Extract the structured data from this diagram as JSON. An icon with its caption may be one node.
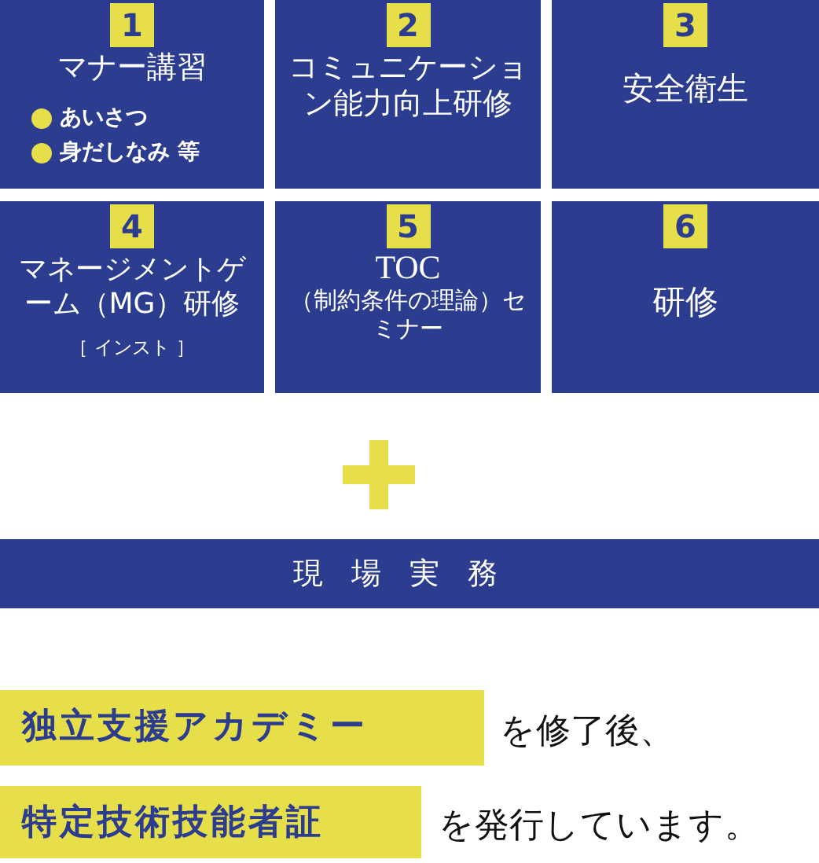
{
  "diagram": {
    "nodes": [
      {
        "text": [
          "1",
          "マナー講習",
          "あいさつ",
          "身だしなみ 等"
        ]
      },
      {
        "text": [
          "2",
          "コミュニケーション能力向上研修"
        ]
      },
      {
        "text": [
          "3",
          "安全衛生"
        ]
      },
      {
        "text": [
          "4",
          "マネージメントゲーム（MG）研修",
          "［ インスト ］"
        ]
      },
      {
        "text": [
          "5",
          "TOC",
          "（制約条件の理論）セミナー"
        ]
      },
      {
        "text": [
          "6",
          "研修"
        ]
      },
      {
        "text": [
          "現場実務"
        ]
      },
      {
        "text": [
          "独立支援アカデミー"
        ]
      },
      {
        "text": [
          "特定技術技能者証"
        ]
      }
    ],
    "edges": [],
    "labels": [
      "を修了後、",
      "を発行しています。"
    ]
  }
}
